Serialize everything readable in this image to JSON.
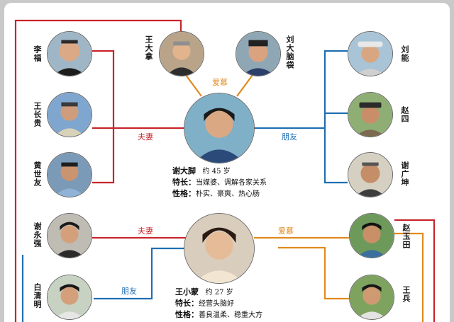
{
  "people": {
    "xiedajiao": {
      "name": "谢大脚",
      "age": "约 45 岁",
      "specialty_label": "特长：",
      "specialty": "当媒婆、调解各家关系",
      "personality_label": "性格：",
      "personality": "朴实、豪爽、热心肠"
    },
    "wangxiaomeng": {
      "name": "王小蒙",
      "age": "约 27 岁",
      "specialty_label": "特长：",
      "specialty": "经营头脑好",
      "personality_label": "性格：",
      "personality": "善良温柔、稳重大方"
    },
    "wangdana": {
      "name": "王大拿"
    },
    "liudanaodai": {
      "name": "刘大脑袋"
    },
    "lifu": {
      "name": "李福"
    },
    "wangchanggui": {
      "name": "王长贵"
    },
    "huangshiyou": {
      "name": "黄世友"
    },
    "liuneng": {
      "name": "刘能"
    },
    "zhaosi": {
      "name": "赵四"
    },
    "xieguangkun": {
      "name": "谢广坤"
    },
    "xieyongqiang": {
      "name": "谢永强"
    },
    "baiqingming": {
      "name": "白清明"
    },
    "zhaoyutian": {
      "name": "赵玉田"
    },
    "wangbing": {
      "name": "王兵"
    }
  },
  "relations": {
    "admire_top": "爱慕",
    "spouse_top": "夫妻",
    "friend_top": "朋友",
    "spouse_bottom": "夫妻",
    "admire_bottom": "爱慕",
    "friend_bottom": "朋友"
  },
  "colors": {
    "red": "#c8242b",
    "blue": "#1f6fb2",
    "orange": "#e08a1e"
  }
}
